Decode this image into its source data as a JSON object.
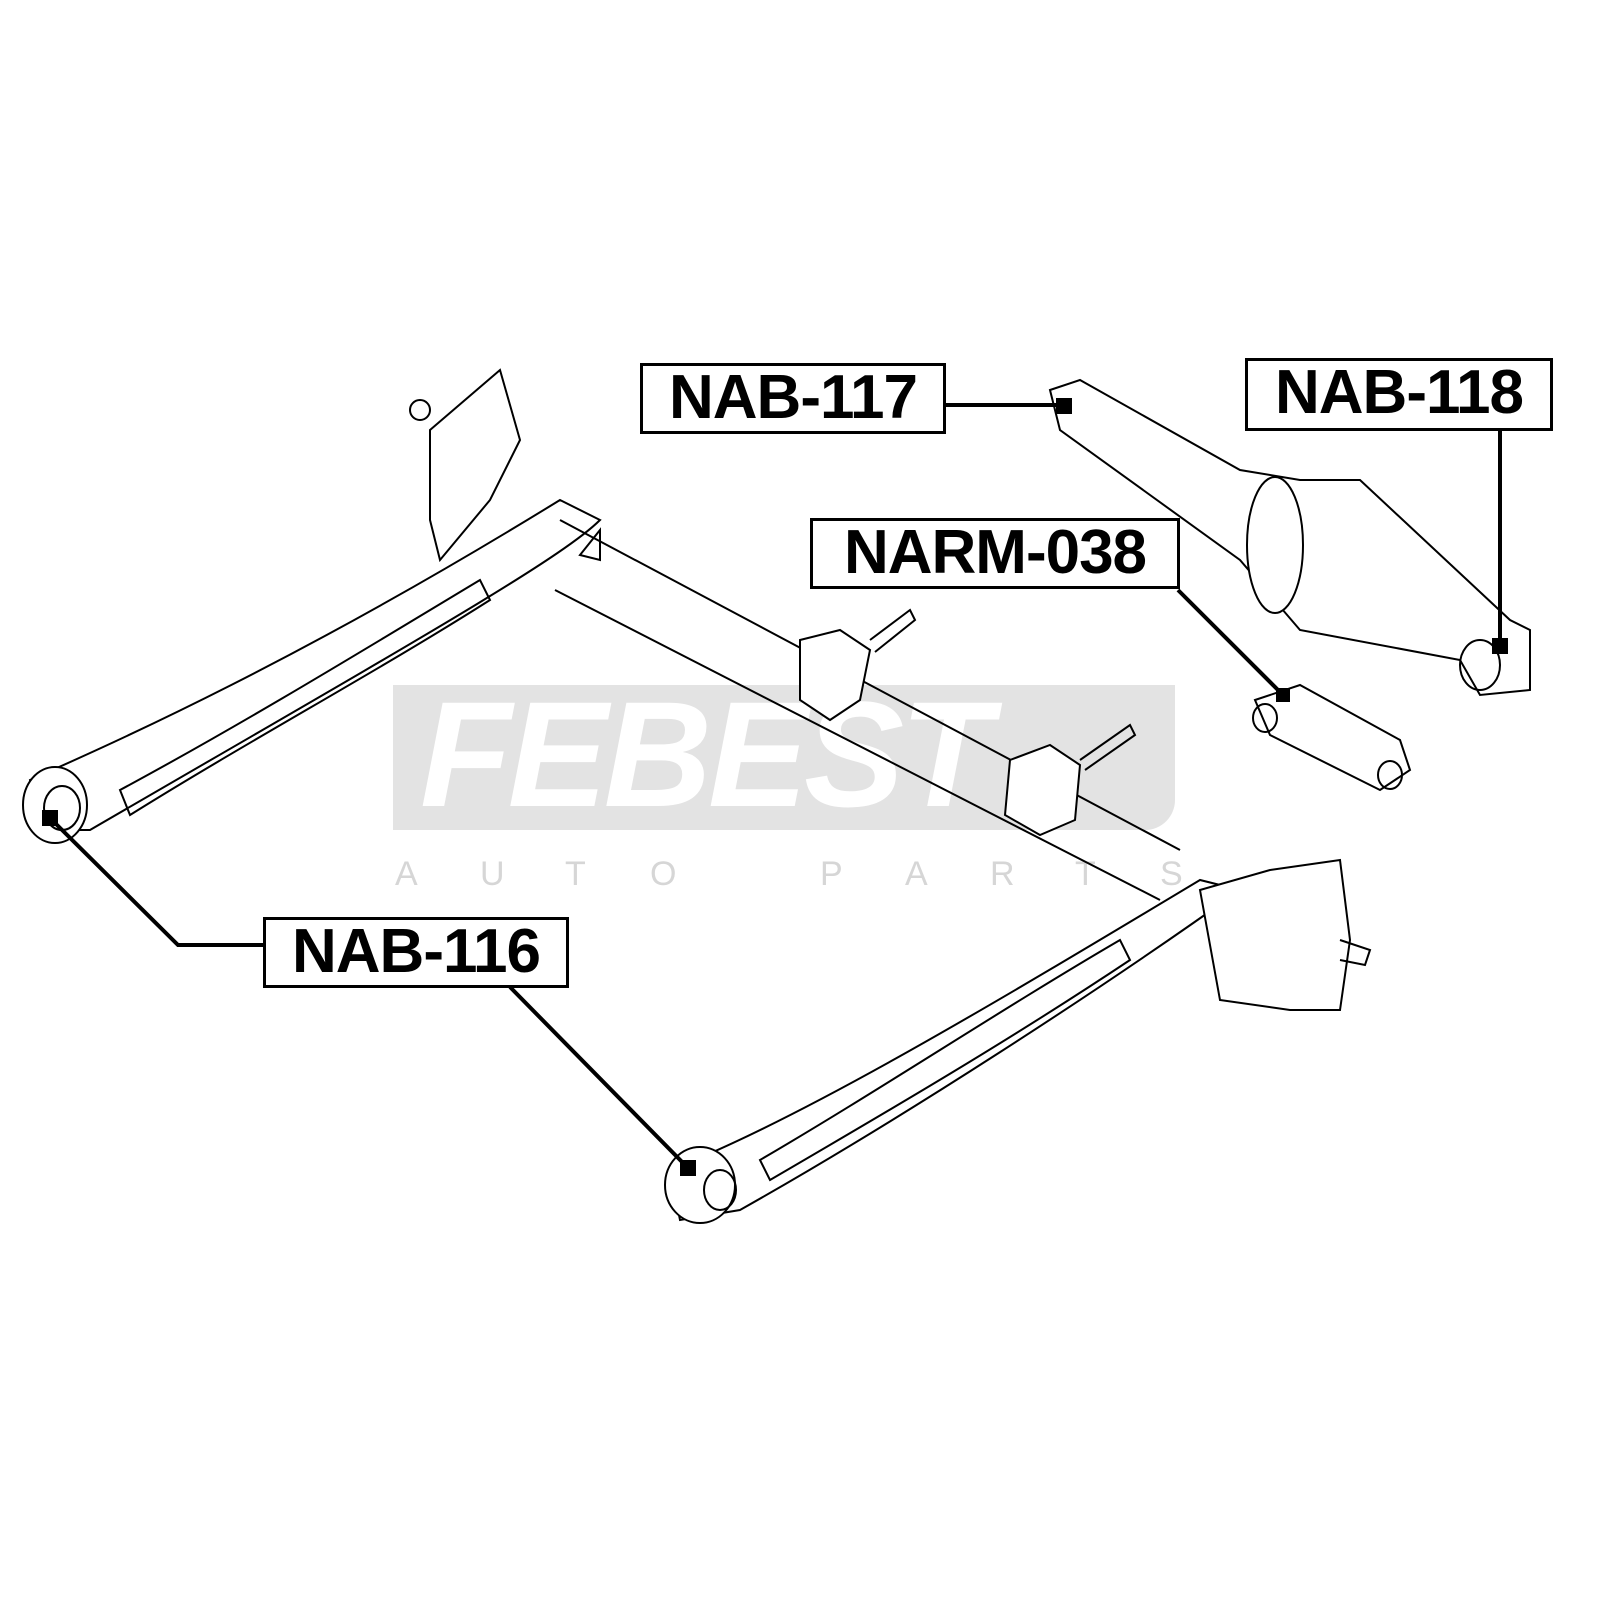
{
  "watermark": {
    "brand": "FEBEST",
    "tagline": "AUTO PARTS",
    "tagline_letters": [
      "A",
      "U",
      "T",
      "O",
      "P",
      "A",
      "R",
      "T",
      "S"
    ],
    "color": "#e3e3e3"
  },
  "callouts": [
    {
      "part": "NAB-117"
    },
    {
      "part": "NAB-118"
    },
    {
      "part": "NARM-038"
    },
    {
      "part": "NAB-116"
    }
  ]
}
